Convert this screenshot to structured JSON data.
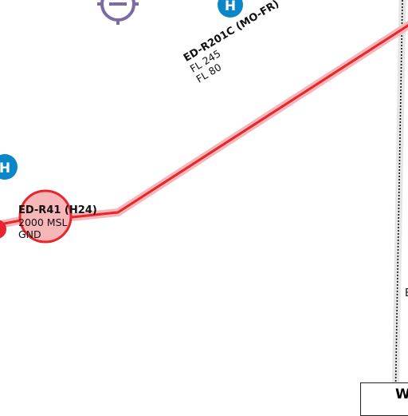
{
  "airspaces": [
    {
      "name": "ED-R201C (MO-FR)",
      "upper": "FL 245",
      "lower": "FL 80"
    },
    {
      "name": "ED-R41 (H24)",
      "upper": "2000 MSL",
      "lower": "GND"
    }
  ],
  "heliport_symbol": "H",
  "cut_off_labels": {
    "box_letter": "W",
    "edge_letter": "E"
  },
  "colors": {
    "restricted_line": "#e8242c",
    "restricted_halo": "#f7b6b8",
    "heliport": "#0b86c8",
    "airfield_symbol": "#7a6aa6",
    "boundary": "#111111"
  },
  "icons": [
    "heliport-icon",
    "airfield-icon"
  ]
}
